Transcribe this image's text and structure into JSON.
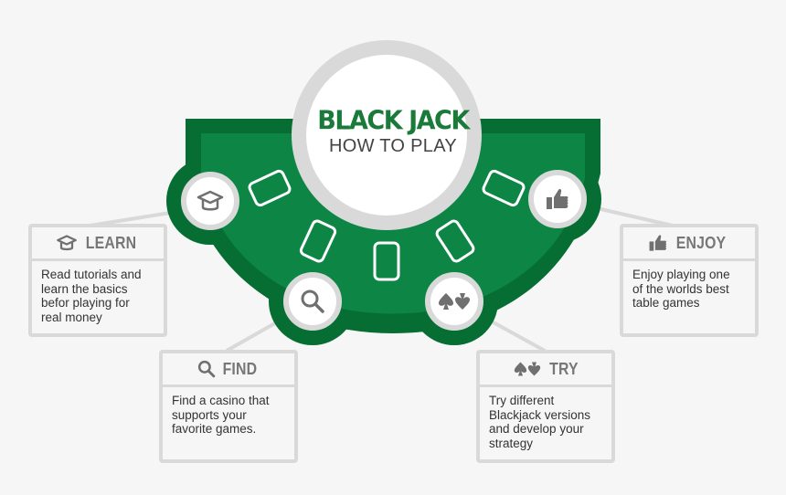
{
  "title": {
    "main": "BLACK JACK",
    "sub": "HOW TO PLAY"
  },
  "colors": {
    "background": "#f6f6f6",
    "felt": "#0d8545",
    "felt_rim": "#066e33",
    "card_outline": "#ffffff",
    "node_ring": "#d9d9d9",
    "icon_gray": "#707070",
    "title_green": "#1a7a3a",
    "box_border": "#d9d9d9"
  },
  "steps": [
    {
      "id": "learn",
      "icon": "graduation-cap-icon",
      "title": "LEARN",
      "lines": [
        "Read tutorials and",
        "learn the basics",
        "befor playing for",
        "real money"
      ]
    },
    {
      "id": "find",
      "icon": "search-icon",
      "title": "FIND",
      "lines": [
        "Find a casino that",
        "supports your",
        "favorite games."
      ]
    },
    {
      "id": "try",
      "icon": "spades-icon",
      "title": "TRY",
      "lines": [
        "Try different",
        "Blackjack versions",
        "and develop your",
        "strategy"
      ]
    },
    {
      "id": "enjoy",
      "icon": "thumbs-up-icon",
      "title": "ENJOY",
      "lines": [
        "Enjoy playing one",
        "of the worlds best",
        "table games"
      ]
    }
  ]
}
